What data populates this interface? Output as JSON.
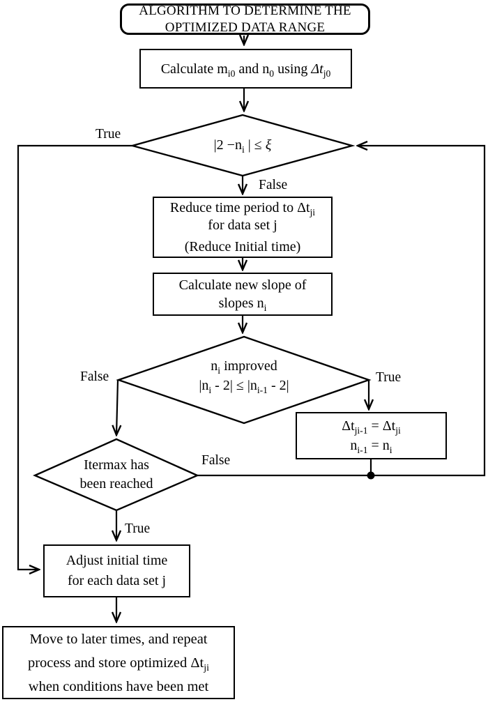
{
  "diagram": {
    "background": "#ffffff",
    "ink": "#000000",
    "nodes": {
      "start": {
        "line1": "ALGORITHM TO DETERMINE THE",
        "line2": "OPTIMIZED DATA RANGE"
      },
      "calc_initial": {
        "text": "Calculate m_{i0} and n_{0} using ~{Δt}_{j0}"
      },
      "check_tolerance": {
        "text": "|2 −n_{i} | ≤ ~{ξ}"
      },
      "reduce_period": {
        "line1": "Reduce time period to Δt_{ji}",
        "line2": "for data set j",
        "line3": "(Reduce Initial time)"
      },
      "calc_slope": {
        "line1": "Calculate new slope of",
        "line2": "slopes n_{i}"
      },
      "check_improved": {
        "line1": "n_{i} improved",
        "line2": "|n_{i} - 2| ≤ |n_{i-1} - 2|"
      },
      "store_values": {
        "line1": "Δt_{ji-1} = Δt_{ji}",
        "line2": "n_{i-1} = n_{i}"
      },
      "check_itermax": {
        "line1": "Itermax has",
        "line2": "been reached"
      },
      "adjust_time": {
        "line1": "Adjust initial time",
        "line2": "for each data set j"
      },
      "move_later": {
        "line1": "Move to later times, and repeat",
        "line2": "process and store optimized Δt_{ji}",
        "line3": "when conditions have been met"
      }
    },
    "edge_labels": {
      "tolerance_true": "True",
      "tolerance_false": "False",
      "improved_false": "False",
      "improved_true": "True",
      "itermax_false": "False",
      "itermax_true": "True"
    }
  }
}
